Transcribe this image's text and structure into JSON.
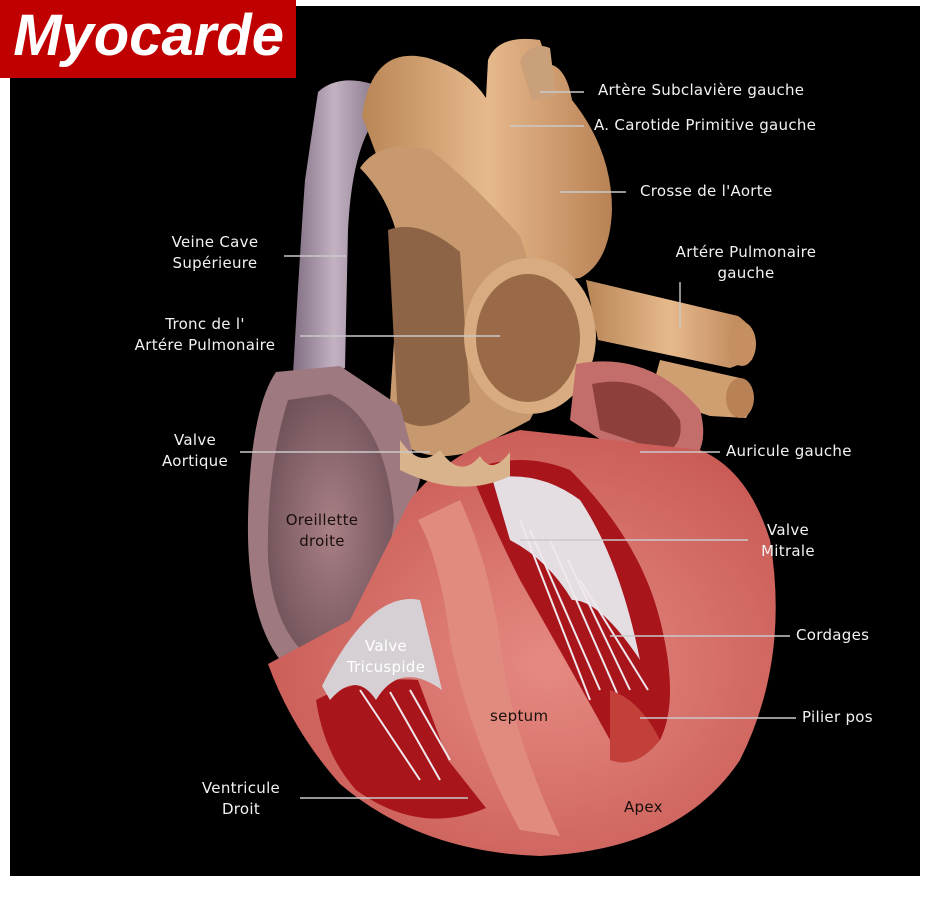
{
  "title": "Myocarde",
  "labels": {
    "subclaviere": "Artère Subclavière gauche",
    "carotide": "A. Carotide Primitive gauche",
    "crosse": "Crosse de l'Aorte",
    "pulmonaire_gauche": [
      "Artére Pulmonaire",
      "gauche"
    ],
    "veine_cave": [
      "Veine Cave",
      "Supérieure"
    ],
    "tronc": [
      "Tronc de l'",
      "Artére Pulmonaire"
    ],
    "valve_aortique": [
      "Valve",
      "Aortique"
    ],
    "auricule": "Auricule gauche",
    "oreillette": [
      "Oreillette",
      "droite"
    ],
    "valve_mitrale": [
      "Valve",
      "Mitrale"
    ],
    "valve_tricuspide": [
      "Valve",
      "Tricuspide"
    ],
    "cordages": "Cordages",
    "septum": "septum",
    "pilier": "Pilier pos",
    "ventricule": [
      "Ventricule",
      "Droit"
    ],
    "apex": "Apex"
  },
  "colors": {
    "background": "#000000",
    "title_bg": "#c00000",
    "title_text": "#ffffff",
    "label_text": "#f2f2f2",
    "leader_line": "#c9c9c9",
    "aorta": "#d6a377",
    "vena_cava": "#9c8a9a",
    "myocardium": "#d9736e",
    "chamber": "#a8151b"
  }
}
